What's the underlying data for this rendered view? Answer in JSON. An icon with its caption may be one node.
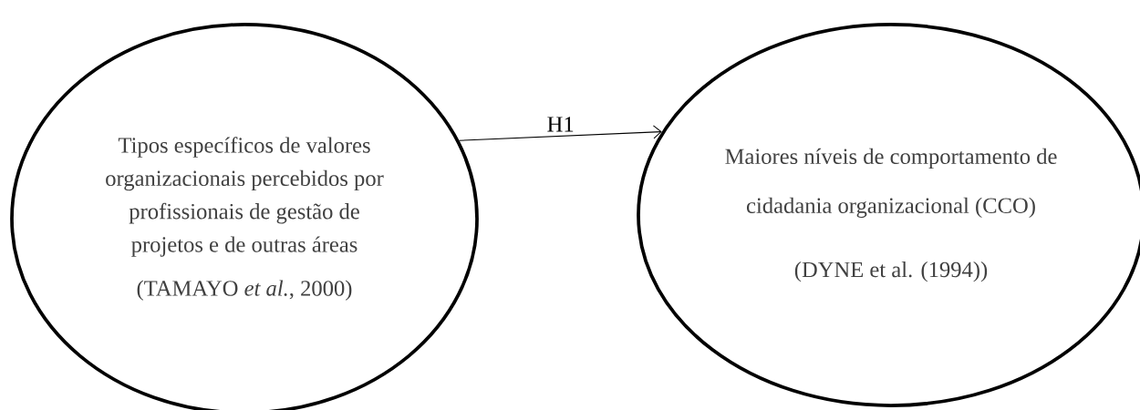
{
  "diagram": {
    "nodes": [
      {
        "text": [
          "Tipos específicos de valores organizacionais percebidos por profissionais de gestão de projetos e de outras áreas",
          "(TAMAYO *et al.*, 2000)"
        ]
      },
      {
        "text": [
          "Maiores níveis de comportamento de cidadania organizacional (CCO)",
          "(DYNE et al. (1994))"
        ]
      }
    ],
    "edges": [
      {
        "from": 0,
        "to": 1,
        "arrow": "to",
        "label": "H1"
      }
    ]
  }
}
